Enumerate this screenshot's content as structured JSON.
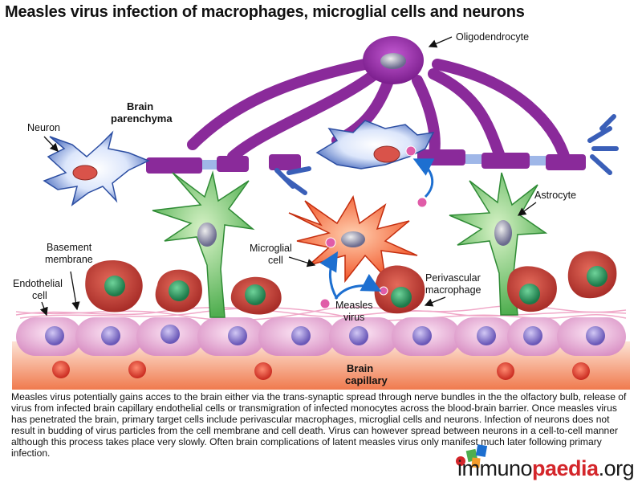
{
  "title": "Measles virus infection of macrophages, microglial cells and neurons",
  "labels": {
    "oligodendrocyte": "Oligodendrocyte",
    "brain_parenchyma_1": "Brain",
    "brain_parenchyma_2": "parenchyma",
    "neuron": "Neuron",
    "astrocyte": "Astrocyte",
    "basement_membrane_1": "Basement",
    "basement_membrane_2": "membrane",
    "endothelial_cell_1": "Endothelial",
    "endothelial_cell_2": "cell",
    "microglial_cell_1": "Microglial",
    "microglial_cell_2": "cell",
    "perivascular_macrophage_1": "Perivascular",
    "perivascular_macrophage_2": "macrophage",
    "measles_virus_1": "Measles",
    "measles_virus_2": "virus",
    "brain_capillary_1": "Brain",
    "brain_capillary_2": "capillary"
  },
  "description": "Measles virus potentially gains acces to the brain either via the trans-synaptic spread through nerve bundles in the the olfactory bulb, release of virus from infected brain capillary endothelial cells or transmigration of infected monocytes across the blood-brain barrier. Once measles virus has penetrated the brain, primary target cells include perivascular macrophages, microglial cells and neurons. Infection of neurons does not result in budding of virus particles from the cell membrane and cell death. Virus can however spread between neurons in a cell-to-cell manner although this process takes place very slowly. Often brain complications of latent measles virus only manifest much later following primary infection.",
  "brand": {
    "prefix": "immuno",
    "highlight": "paedia",
    "suffix": ".org"
  },
  "colors": {
    "oligodendrocyte": "#8a2a9a",
    "neuron": "#3a5fb8",
    "astrocyte": "#4fae4f",
    "microglia": "#f04a1c",
    "macrophage": "#c8413a",
    "endothelium": "#e9a8d6",
    "capillary": "#f3a07d",
    "virus": "#e05ca8",
    "arrow": "#1d6fd0"
  }
}
